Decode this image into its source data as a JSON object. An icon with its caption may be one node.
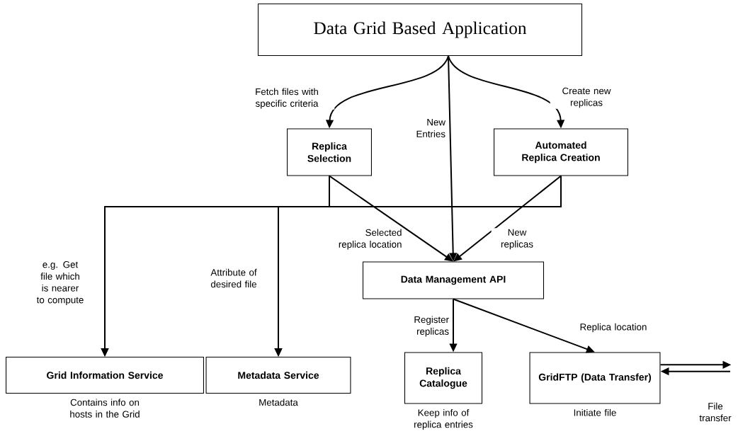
{
  "diagram": {
    "nodes": [
      {
        "text": [
          "Data Grid Based Application"
        ]
      },
      {
        "text": [
          "Replica Selection"
        ]
      },
      {
        "text": [
          "Automated Replica Creation"
        ]
      },
      {
        "text": [
          "Data Management API"
        ]
      },
      {
        "text": [
          "Grid Information Service"
        ],
        "beside": [
          "Contains info on hosts in the Grid"
        ]
      },
      {
        "text": [
          "Metadata Service"
        ],
        "beside": [
          "Metadata"
        ]
      },
      {
        "text": [
          "Replica Catalogue"
        ],
        "beside": [
          "Keep info of replica entries"
        ]
      },
      {
        "text": [
          "GridFTP (Data Transfer)"
        ],
        "beside": [
          "Initiate file"
        ]
      }
    ],
    "edges": [
      {
        "from": 0,
        "to": 1,
        "arrow": "to",
        "label": "Fetch files with specific criteria"
      },
      {
        "from": 0,
        "to": 3,
        "arrow": "to",
        "label": "New Entries"
      },
      {
        "from": 0,
        "to": 2,
        "arrow": "to",
        "label": "Create new replicas"
      },
      {
        "from": 1,
        "to": 3,
        "arrow": "to",
        "label": "Selected replica location"
      },
      {
        "from": 2,
        "to": 3,
        "arrow": "to",
        "label": "New replicas"
      },
      {
        "from": 1,
        "to": 4,
        "arrow": "to",
        "label": "e.g. Get file which is nearer to compute"
      },
      {
        "from": 1,
        "to": 5,
        "arrow": "to",
        "label": "Attribute of desired file"
      },
      {
        "from": 2,
        "to": 4,
        "arrow": "to"
      },
      {
        "from": 2,
        "to": 5,
        "arrow": "to"
      },
      {
        "from": 3,
        "to": 6,
        "arrow": "to",
        "label": "Register replicas"
      },
      {
        "from": 3,
        "to": 7,
        "arrow": "to",
        "label": "Replica location"
      },
      {
        "from": 7,
        "to": null,
        "arrow": "to"
      },
      {
        "from": null,
        "to": 7,
        "arrow": "to"
      }
    ],
    "labels": [
      "File transfer"
    ]
  }
}
